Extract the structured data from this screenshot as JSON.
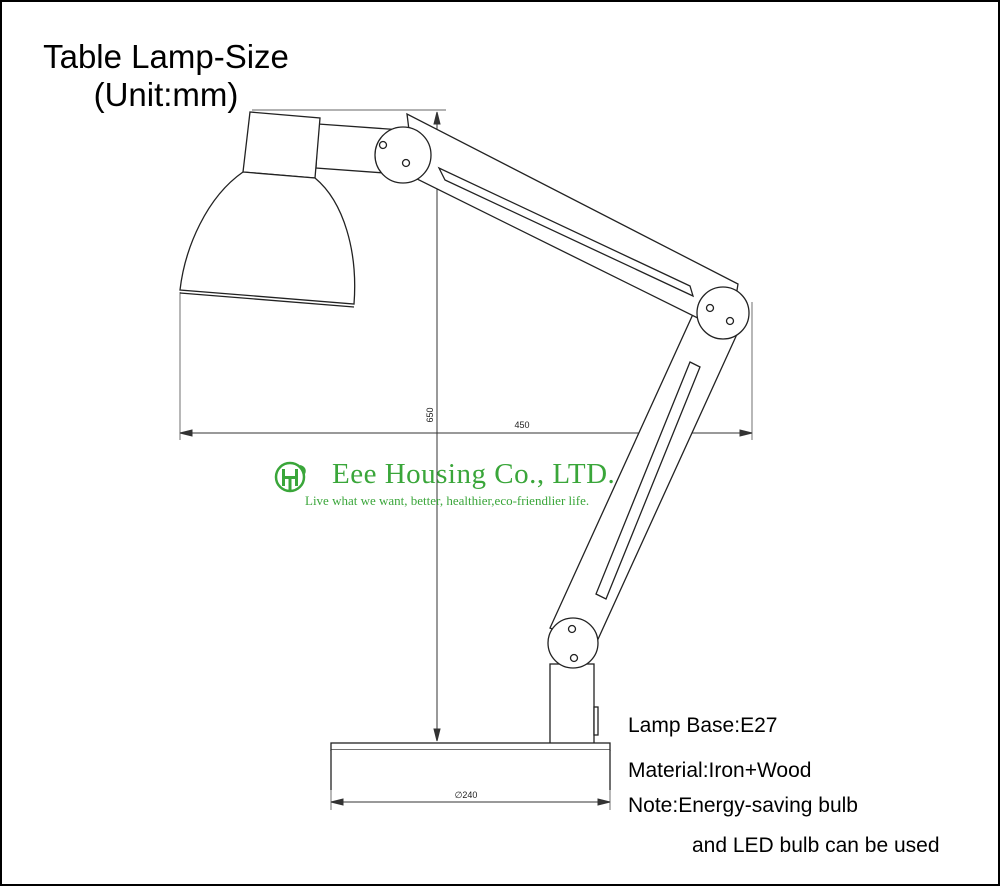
{
  "title": {
    "line1": "Table Lamp-Size",
    "line2": "(Unit:mm)"
  },
  "dimensions": {
    "height": "650",
    "width": "450",
    "base_diameter": "∅240"
  },
  "logo": {
    "company": "Eee Housing Co., LTD.",
    "slogan": "Live what we want, better, healthier,eco-friendlier life.",
    "color": "#3aa63a"
  },
  "specs": {
    "lamp_base": "Lamp Base:E27",
    "material": "Material:Iron+Wood",
    "note": "Note:Energy-saving bulb",
    "note_cont": "and LED bulb can be used"
  }
}
